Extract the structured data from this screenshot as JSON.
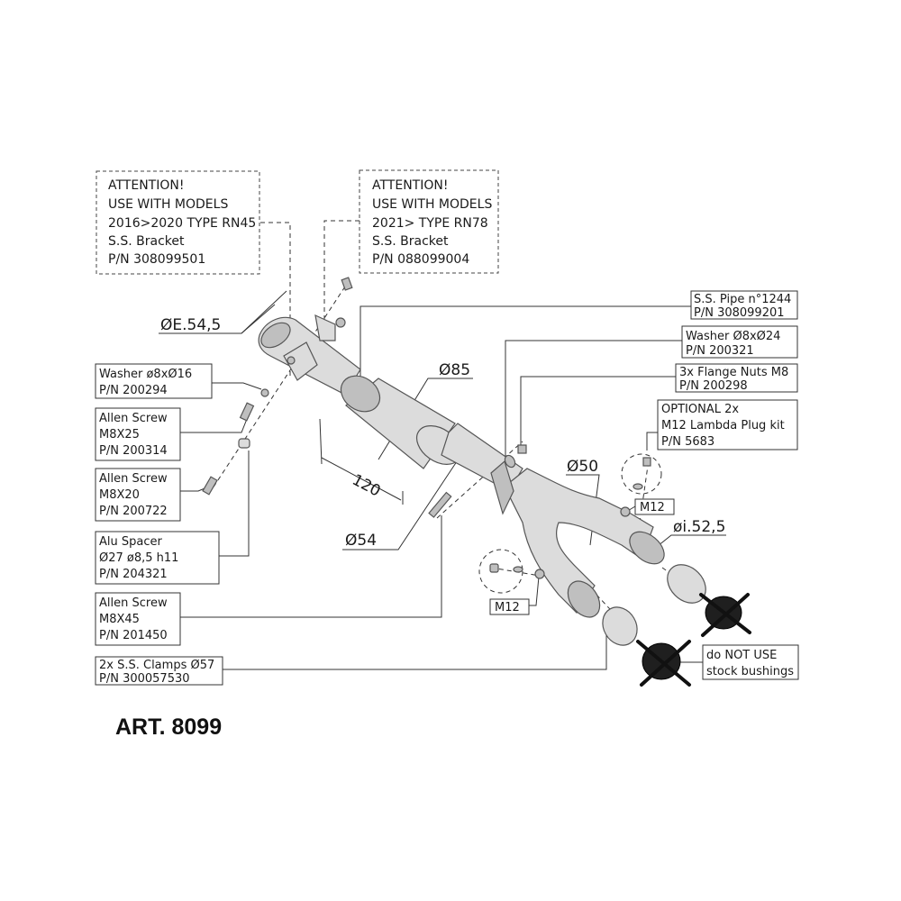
{
  "attention_boxes": [
    {
      "lines": [
        "ATTENTION!",
        "USE WITH MODELS",
        "2016>2020 TYPE RN45",
        "S.S. Bracket",
        "P/N 308099501"
      ]
    },
    {
      "lines": [
        "ATTENTION!",
        "USE WITH MODELS",
        "2021> TYPE RN78",
        "S.S. Bracket",
        "P/N 088099004"
      ]
    }
  ],
  "left_labels": [
    {
      "lines": [
        "Washer ø8xØ16",
        "P/N 200294"
      ]
    },
    {
      "lines": [
        "Allen Screw",
        "M8X25",
        "P/N 200314"
      ]
    },
    {
      "lines": [
        "Allen Screw",
        "M8X20",
        "P/N 200722"
      ]
    },
    {
      "lines": [
        "Alu Spacer",
        "Ø27 ø8,5 h11",
        "P/N 204321"
      ]
    },
    {
      "lines": [
        "Allen Screw",
        "M8X45",
        "P/N 201450"
      ]
    },
    {
      "lines": [
        "2x S.S. Clamps Ø57",
        "P/N 300057530"
      ]
    }
  ],
  "right_labels": [
    {
      "lines": [
        "S.S. Pipe n°1244",
        "P/N 308099201"
      ]
    },
    {
      "lines": [
        "Washer Ø8xØ24",
        "P/N 200321"
      ]
    },
    {
      "lines": [
        "3x Flange Nuts M8",
        "P/N 200298"
      ]
    },
    {
      "lines": [
        "OPTIONAL 2x",
        "M12 Lambda Plug kit",
        "P/N 5683"
      ]
    },
    {
      "lines": [
        "do NOT USE",
        "stock bushings"
      ]
    }
  ],
  "tags": [
    "M12",
    "M12"
  ],
  "dimensions": {
    "inlet": "ØE.54,5",
    "body_diameter": "Ø85",
    "body_length": "120",
    "pipe_diameter": "Ø54",
    "branch_diameter": "Ø50",
    "outlet_diameter": "øi.52,5"
  },
  "article": "ART. 8099"
}
